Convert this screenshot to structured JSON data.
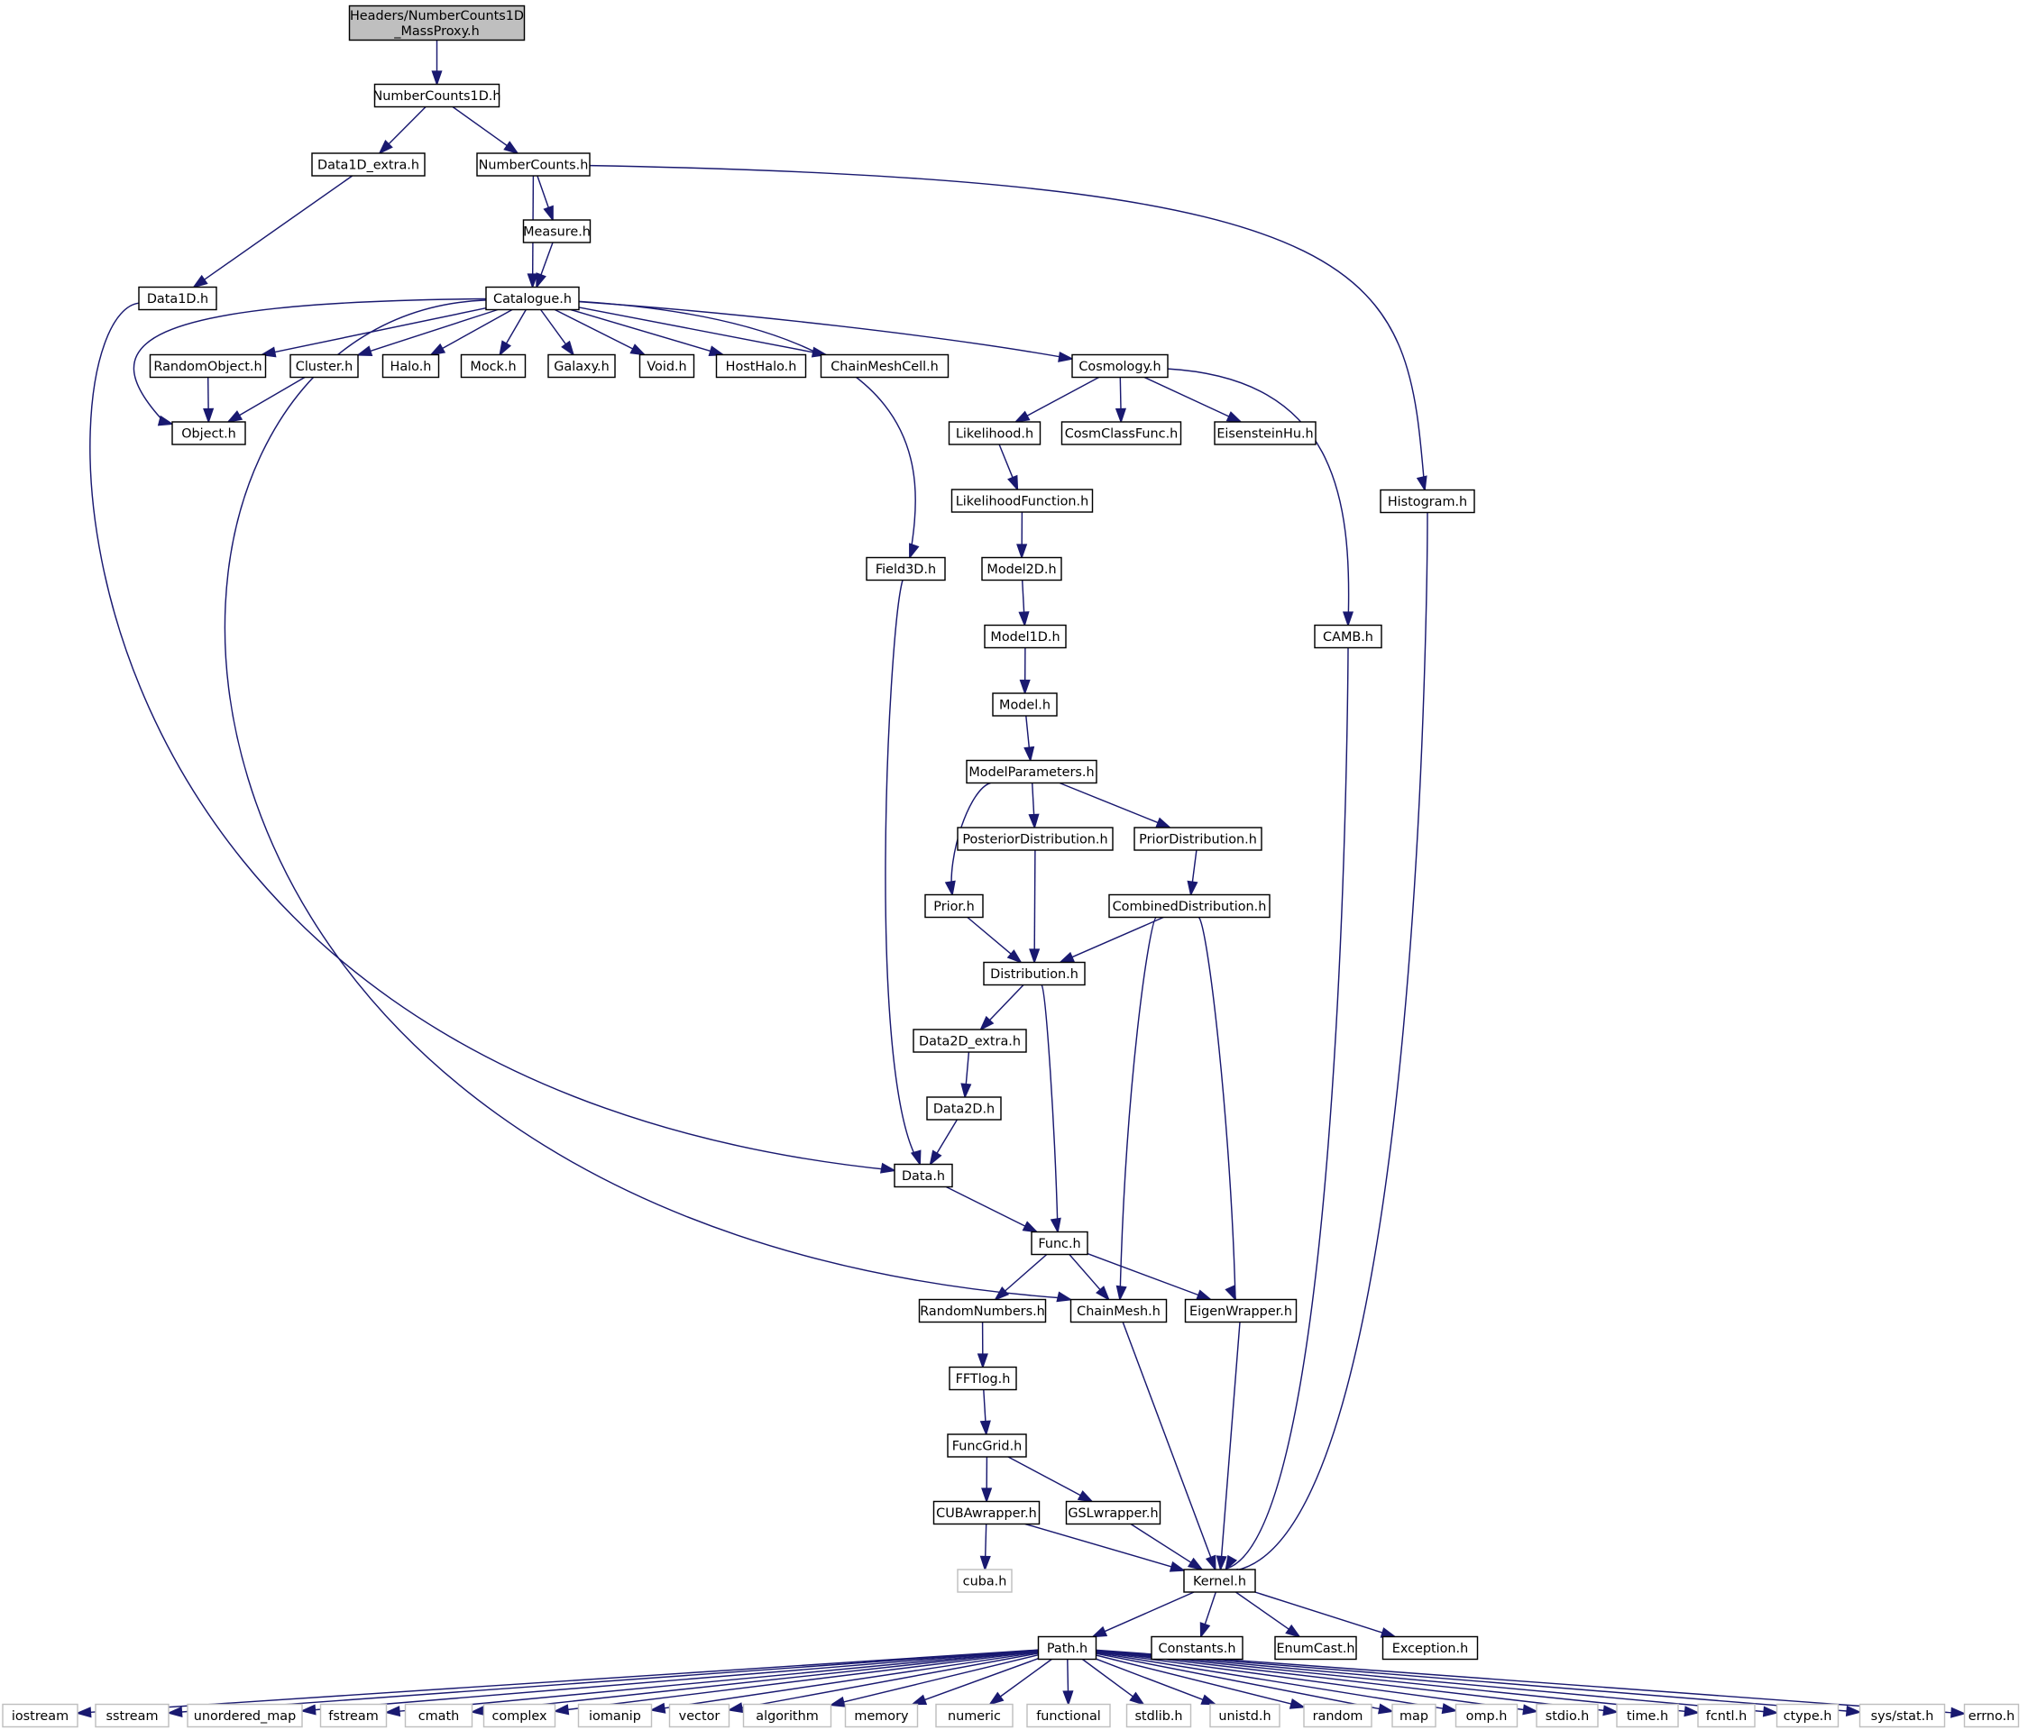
{
  "diagram": {
    "type": "include-dependency-graph",
    "edge_color": "#191970",
    "root_fill": "#bfbfbf",
    "system_header_border": "#bfbfbf",
    "nodes": [
      {
        "id": "root",
        "lines": [
          "Headers/NumberCounts1D",
          "_MassProxy.h"
        ],
        "kind": "root"
      },
      {
        "id": "NumberCounts1D",
        "lines": [
          "NumberCounts1D.h"
        ]
      },
      {
        "id": "Data1D_extra",
        "lines": [
          "Data1D_extra.h"
        ]
      },
      {
        "id": "NumberCounts",
        "lines": [
          "NumberCounts.h"
        ]
      },
      {
        "id": "Measure",
        "lines": [
          "Measure.h"
        ]
      },
      {
        "id": "Data1D",
        "lines": [
          "Data1D.h"
        ]
      },
      {
        "id": "Catalogue",
        "lines": [
          "Catalogue.h"
        ]
      },
      {
        "id": "RandomObject",
        "lines": [
          "RandomObject.h"
        ]
      },
      {
        "id": "Cluster",
        "lines": [
          "Cluster.h"
        ]
      },
      {
        "id": "Halo",
        "lines": [
          "Halo.h"
        ]
      },
      {
        "id": "Mock",
        "lines": [
          "Mock.h"
        ]
      },
      {
        "id": "Galaxy",
        "lines": [
          "Galaxy.h"
        ]
      },
      {
        "id": "Void",
        "lines": [
          "Void.h"
        ]
      },
      {
        "id": "HostHalo",
        "lines": [
          "HostHalo.h"
        ]
      },
      {
        "id": "ChainMeshCell",
        "lines": [
          "ChainMeshCell.h"
        ]
      },
      {
        "id": "Cosmology",
        "lines": [
          "Cosmology.h"
        ]
      },
      {
        "id": "Object",
        "lines": [
          "Object.h"
        ]
      },
      {
        "id": "Likelihood",
        "lines": [
          "Likelihood.h"
        ]
      },
      {
        "id": "CosmClassFunc",
        "lines": [
          "CosmClassFunc.h"
        ]
      },
      {
        "id": "EisensteinHu",
        "lines": [
          "EisensteinHu.h"
        ]
      },
      {
        "id": "Histogram",
        "lines": [
          "Histogram.h"
        ]
      },
      {
        "id": "LikelihoodFunction",
        "lines": [
          "LikelihoodFunction.h"
        ]
      },
      {
        "id": "Field3D",
        "lines": [
          "Field3D.h"
        ]
      },
      {
        "id": "Model2D",
        "lines": [
          "Model2D.h"
        ]
      },
      {
        "id": "CAMB",
        "lines": [
          "CAMB.h"
        ]
      },
      {
        "id": "Model1D",
        "lines": [
          "Model1D.h"
        ]
      },
      {
        "id": "Model",
        "lines": [
          "Model.h"
        ]
      },
      {
        "id": "ModelParameters",
        "lines": [
          "ModelParameters.h"
        ]
      },
      {
        "id": "PosteriorDistribution",
        "lines": [
          "PosteriorDistribution.h"
        ]
      },
      {
        "id": "PriorDistribution",
        "lines": [
          "PriorDistribution.h"
        ]
      },
      {
        "id": "Prior",
        "lines": [
          "Prior.h"
        ]
      },
      {
        "id": "CombinedDistribution",
        "lines": [
          "CombinedDistribution.h"
        ]
      },
      {
        "id": "Distribution",
        "lines": [
          "Distribution.h"
        ]
      },
      {
        "id": "Data2D_extra",
        "lines": [
          "Data2D_extra.h"
        ]
      },
      {
        "id": "Data2D",
        "lines": [
          "Data2D.h"
        ]
      },
      {
        "id": "Data",
        "lines": [
          "Data.h"
        ]
      },
      {
        "id": "Func",
        "lines": [
          "Func.h"
        ]
      },
      {
        "id": "RandomNumbers",
        "lines": [
          "RandomNumbers.h"
        ]
      },
      {
        "id": "ChainMesh",
        "lines": [
          "ChainMesh.h"
        ]
      },
      {
        "id": "EigenWrapper",
        "lines": [
          "EigenWrapper.h"
        ]
      },
      {
        "id": "FFTlog",
        "lines": [
          "FFTlog.h"
        ]
      },
      {
        "id": "FuncGrid",
        "lines": [
          "FuncGrid.h"
        ]
      },
      {
        "id": "CUBAwrapper",
        "lines": [
          "CUBAwrapper.h"
        ]
      },
      {
        "id": "GSLwrapper",
        "lines": [
          "GSLwrapper.h"
        ]
      },
      {
        "id": "cuba",
        "lines": [
          "cuba.h"
        ],
        "kind": "ext"
      },
      {
        "id": "Kernel",
        "lines": [
          "Kernel.h"
        ]
      },
      {
        "id": "Path",
        "lines": [
          "Path.h"
        ]
      },
      {
        "id": "Constants",
        "lines": [
          "Constants.h"
        ]
      },
      {
        "id": "EnumCast",
        "lines": [
          "EnumCast.h"
        ]
      },
      {
        "id": "Exception",
        "lines": [
          "Exception.h"
        ]
      },
      {
        "id": "iostream",
        "lines": [
          "iostream"
        ],
        "kind": "ext"
      },
      {
        "id": "sstream",
        "lines": [
          "sstream"
        ],
        "kind": "ext"
      },
      {
        "id": "unordered_map",
        "lines": [
          "unordered_map"
        ],
        "kind": "ext"
      },
      {
        "id": "fstream",
        "lines": [
          "fstream"
        ],
        "kind": "ext"
      },
      {
        "id": "cmath",
        "lines": [
          "cmath"
        ],
        "kind": "ext"
      },
      {
        "id": "complex",
        "lines": [
          "complex"
        ],
        "kind": "ext"
      },
      {
        "id": "iomanip",
        "lines": [
          "iomanip"
        ],
        "kind": "ext"
      },
      {
        "id": "vector",
        "lines": [
          "vector"
        ],
        "kind": "ext"
      },
      {
        "id": "algorithm",
        "lines": [
          "algorithm"
        ],
        "kind": "ext"
      },
      {
        "id": "memory",
        "lines": [
          "memory"
        ],
        "kind": "ext"
      },
      {
        "id": "numeric",
        "lines": [
          "numeric"
        ],
        "kind": "ext"
      },
      {
        "id": "functional",
        "lines": [
          "functional"
        ],
        "kind": "ext"
      },
      {
        "id": "stdlib",
        "lines": [
          "stdlib.h"
        ],
        "kind": "ext"
      },
      {
        "id": "unistd",
        "lines": [
          "unistd.h"
        ],
        "kind": "ext"
      },
      {
        "id": "random",
        "lines": [
          "random"
        ],
        "kind": "ext"
      },
      {
        "id": "map",
        "lines": [
          "map"
        ],
        "kind": "ext"
      },
      {
        "id": "omp",
        "lines": [
          "omp.h"
        ],
        "kind": "ext"
      },
      {
        "id": "stdio",
        "lines": [
          "stdio.h"
        ],
        "kind": "ext"
      },
      {
        "id": "time",
        "lines": [
          "time.h"
        ],
        "kind": "ext"
      },
      {
        "id": "fcntl",
        "lines": [
          "fcntl.h"
        ],
        "kind": "ext"
      },
      {
        "id": "ctype",
        "lines": [
          "ctype.h"
        ],
        "kind": "ext"
      },
      {
        "id": "sysstat",
        "lines": [
          "sys/stat.h"
        ],
        "kind": "ext"
      },
      {
        "id": "errno",
        "lines": [
          "errno.h"
        ],
        "kind": "ext"
      }
    ],
    "edges": [
      [
        "root",
        "NumberCounts1D"
      ],
      [
        "NumberCounts1D",
        "Data1D_extra"
      ],
      [
        "NumberCounts1D",
        "NumberCounts"
      ],
      [
        "Data1D_extra",
        "Data1D"
      ],
      [
        "NumberCounts",
        "Measure"
      ],
      [
        "NumberCounts",
        "Catalogue"
      ],
      [
        "NumberCounts",
        "Histogram"
      ],
      [
        "Measure",
        "Catalogue"
      ],
      [
        "Data1D",
        "Data"
      ],
      [
        "Catalogue",
        "Object"
      ],
      [
        "Catalogue",
        "RandomObject"
      ],
      [
        "Catalogue",
        "Cluster"
      ],
      [
        "Catalogue",
        "Halo"
      ],
      [
        "Catalogue",
        "Mock"
      ],
      [
        "Catalogue",
        "Galaxy"
      ],
      [
        "Catalogue",
        "Void"
      ],
      [
        "Catalogue",
        "HostHalo"
      ],
      [
        "Catalogue",
        "ChainMeshCell"
      ],
      [
        "Catalogue",
        "Cosmology"
      ],
      [
        "Catalogue",
        "Field3D"
      ],
      [
        "Catalogue",
        "ChainMesh"
      ],
      [
        "RandomObject",
        "Object"
      ],
      [
        "Cluster",
        "Object"
      ],
      [
        "Cosmology",
        "Likelihood"
      ],
      [
        "Cosmology",
        "CosmClassFunc"
      ],
      [
        "Cosmology",
        "EisensteinHu"
      ],
      [
        "Cosmology",
        "CAMB"
      ],
      [
        "Likelihood",
        "LikelihoodFunction"
      ],
      [
        "LikelihoodFunction",
        "Model2D"
      ],
      [
        "Model2D",
        "Model1D"
      ],
      [
        "Model1D",
        "Model"
      ],
      [
        "Model",
        "ModelParameters"
      ],
      [
        "ModelParameters",
        "Prior"
      ],
      [
        "ModelParameters",
        "PosteriorDistribution"
      ],
      [
        "ModelParameters",
        "PriorDistribution"
      ],
      [
        "PosteriorDistribution",
        "Distribution"
      ],
      [
        "PriorDistribution",
        "CombinedDistribution"
      ],
      [
        "Prior",
        "Distribution"
      ],
      [
        "CombinedDistribution",
        "Distribution"
      ],
      [
        "CombinedDistribution",
        "ChainMesh"
      ],
      [
        "CombinedDistribution",
        "EigenWrapper"
      ],
      [
        "Distribution",
        "Data2D_extra"
      ],
      [
        "Distribution",
        "Func"
      ],
      [
        "Data2D_extra",
        "Data2D"
      ],
      [
        "Data2D",
        "Data"
      ],
      [
        "Field3D",
        "Data"
      ],
      [
        "Data",
        "Func"
      ],
      [
        "Func",
        "RandomNumbers"
      ],
      [
        "Func",
        "ChainMesh"
      ],
      [
        "Func",
        "EigenWrapper"
      ],
      [
        "RandomNumbers",
        "FFTlog"
      ],
      [
        "FFTlog",
        "FuncGrid"
      ],
      [
        "FuncGrid",
        "CUBAwrapper"
      ],
      [
        "FuncGrid",
        "GSLwrapper"
      ],
      [
        "CUBAwrapper",
        "cuba"
      ],
      [
        "CUBAwrapper",
        "Kernel"
      ],
      [
        "GSLwrapper",
        "Kernel"
      ],
      [
        "ChainMesh",
        "Kernel"
      ],
      [
        "EigenWrapper",
        "Kernel"
      ],
      [
        "CAMB",
        "Kernel"
      ],
      [
        "Histogram",
        "Kernel"
      ],
      [
        "Kernel",
        "Path"
      ],
      [
        "Kernel",
        "Constants"
      ],
      [
        "Kernel",
        "EnumCast"
      ],
      [
        "Kernel",
        "Exception"
      ],
      [
        "Path",
        "iostream"
      ],
      [
        "Path",
        "sstream"
      ],
      [
        "Path",
        "unordered_map"
      ],
      [
        "Path",
        "fstream"
      ],
      [
        "Path",
        "cmath"
      ],
      [
        "Path",
        "complex"
      ],
      [
        "Path",
        "iomanip"
      ],
      [
        "Path",
        "vector"
      ],
      [
        "Path",
        "algorithm"
      ],
      [
        "Path",
        "memory"
      ],
      [
        "Path",
        "numeric"
      ],
      [
        "Path",
        "functional"
      ],
      [
        "Path",
        "stdlib"
      ],
      [
        "Path",
        "unistd"
      ],
      [
        "Path",
        "random"
      ],
      [
        "Path",
        "map"
      ],
      [
        "Path",
        "omp"
      ],
      [
        "Path",
        "stdio"
      ],
      [
        "Path",
        "time"
      ],
      [
        "Path",
        "fcntl"
      ],
      [
        "Path",
        "ctype"
      ],
      [
        "Path",
        "sysstat"
      ],
      [
        "Path",
        "errno"
      ]
    ]
  }
}
